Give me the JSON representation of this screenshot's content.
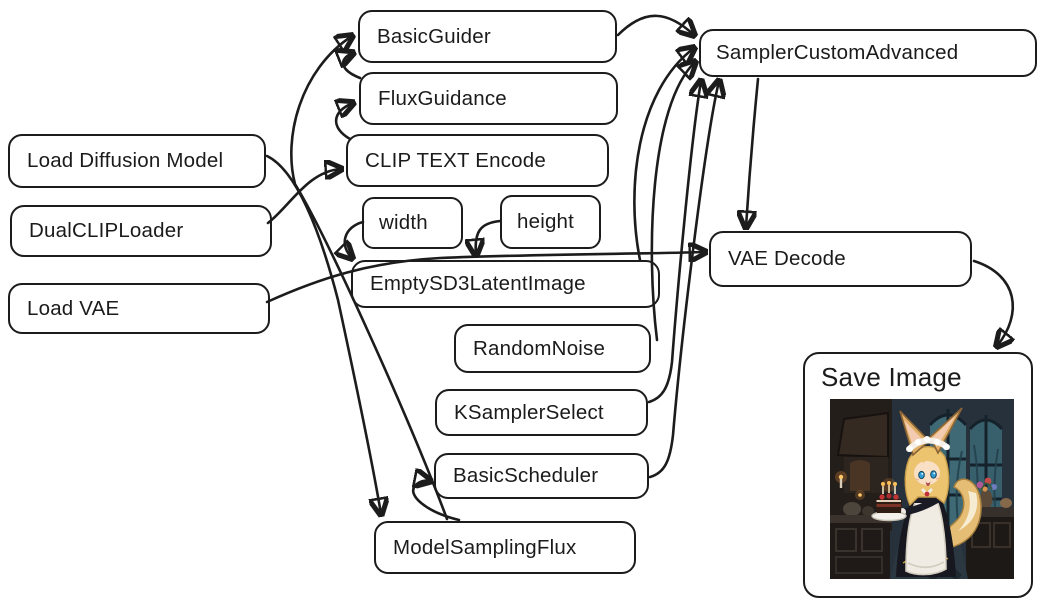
{
  "diagram": {
    "kind": "workflow-node-graph",
    "nodes": {
      "load_diffusion_model": {
        "label": "Load Diffusion Model"
      },
      "dual_clip_loader": {
        "label": "DualCLIPLoader"
      },
      "load_vae": {
        "label": "Load VAE"
      },
      "basic_guider": {
        "label": "BasicGuider"
      },
      "flux_guidance": {
        "label": "FluxGuidance"
      },
      "clip_text_encode": {
        "label": "CLIP TEXT Encode"
      },
      "width": {
        "label": "width"
      },
      "height": {
        "label": "height"
      },
      "empty_sd3_latent_image": {
        "label": "EmptySD3LatentImage"
      },
      "random_noise": {
        "label": "RandomNoise"
      },
      "ksampler_select": {
        "label": "KSamplerSelect"
      },
      "basic_scheduler": {
        "label": "BasicScheduler"
      },
      "model_sampling_flux": {
        "label": "ModelSamplingFlux"
      },
      "sampler_custom_advanced": {
        "label": "SamplerCustomAdvanced"
      },
      "vae_decode": {
        "label": "VAE Decode"
      },
      "save_image": {
        "label": "Save Image"
      }
    },
    "edges": [
      {
        "from": "load_diffusion_model",
        "to": "model_sampling_flux"
      },
      {
        "from": "model_sampling_flux",
        "to": "basic_guider"
      },
      {
        "from": "dual_clip_loader",
        "to": "clip_text_encode"
      },
      {
        "from": "clip_text_encode",
        "to": "flux_guidance"
      },
      {
        "from": "flux_guidance",
        "to": "basic_guider"
      },
      {
        "from": "basic_guider",
        "to": "sampler_custom_advanced"
      },
      {
        "from": "empty_sd3_latent_image",
        "to": "sampler_custom_advanced"
      },
      {
        "from": "random_noise",
        "to": "sampler_custom_advanced"
      },
      {
        "from": "ksampler_select",
        "to": "sampler_custom_advanced"
      },
      {
        "from": "basic_scheduler",
        "to": "sampler_custom_advanced"
      },
      {
        "from": "model_sampling_flux",
        "to": "basic_scheduler"
      },
      {
        "from": "width",
        "to": "empty_sd3_latent_image"
      },
      {
        "from": "height",
        "to": "empty_sd3_latent_image"
      },
      {
        "from": "load_vae",
        "to": "vae_decode"
      },
      {
        "from": "sampler_custom_advanced",
        "to": "vae_decode"
      },
      {
        "from": "vae_decode",
        "to": "save_image"
      }
    ],
    "colors": {
      "stroke": "#1c1c1c",
      "node_fill": "#ffffff",
      "canvas_bg": "#ffffff"
    },
    "preview": {
      "alt": "fox-eared maid with blonde hair holding a chocolate cake with lit candles in a dark candlelit kitchen"
    }
  }
}
